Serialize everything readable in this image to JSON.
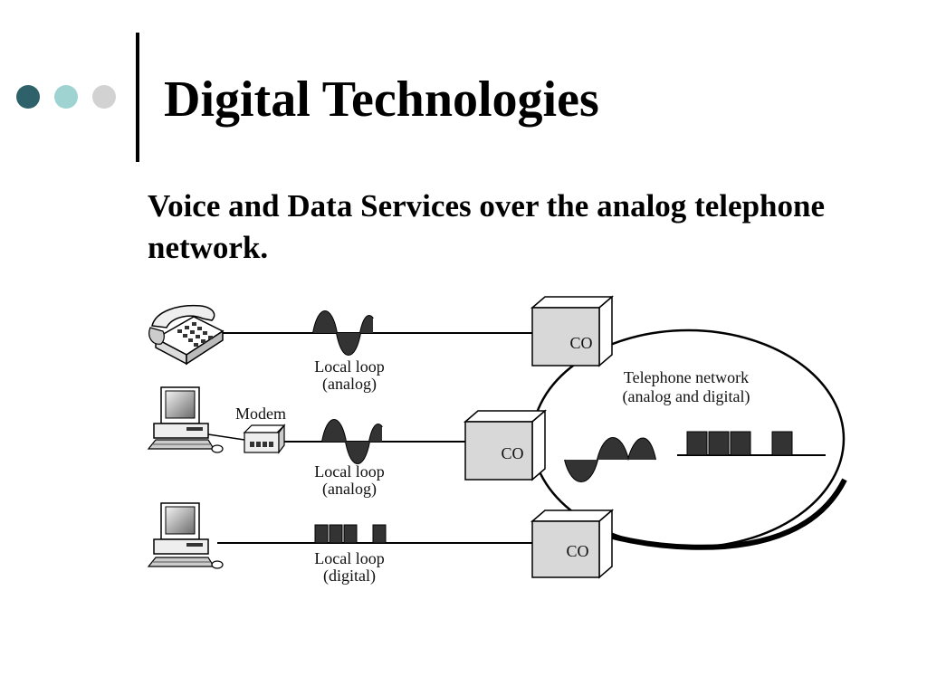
{
  "slide": {
    "title": "Digital Technologies",
    "subtitle": "Voice and Data Services over the analog telephone network."
  },
  "diagram": {
    "co_label": "CO",
    "telephone_network_line1": "Telephone network",
    "telephone_network_line2": "(analog and digital)",
    "modem_label": "Modem",
    "local_loop_1_line1": "Local loop",
    "local_loop_1_line2": "(analog)",
    "local_loop_2_line1": "Local loop",
    "local_loop_2_line2": "(analog)",
    "local_loop_3_line1": "Local loop",
    "local_loop_3_line2": "(digital)"
  },
  "colors": {
    "dot_dark": "#2e6169",
    "dot_light": "#9fd3d1",
    "dot_gray": "#d2d2d2",
    "co_face": "#d8d8d8"
  }
}
